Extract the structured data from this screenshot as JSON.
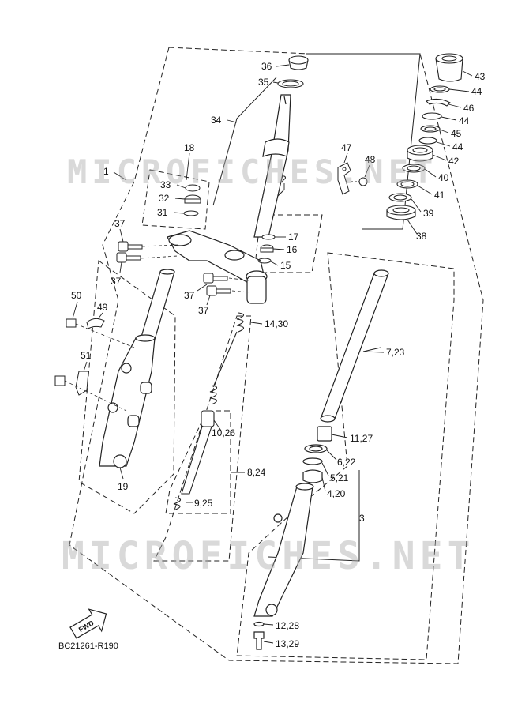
{
  "diagram": {
    "watermark": "MICROFICHES.NET",
    "diagram_code": "BC21261-R190",
    "fwd_label": "FWD",
    "callouts": {
      "c1": "1",
      "c2": "2",
      "c3": "3",
      "c18": "18",
      "c19": "19",
      "c31": "31",
      "c32": "32",
      "c33": "33",
      "c34": "34",
      "c35": "35",
      "c36": "36",
      "c37a": "37",
      "c37b": "37",
      "c37c": "37",
      "c37d": "37",
      "c38": "38",
      "c39": "39",
      "c40": "40",
      "c41": "41",
      "c42": "42",
      "c43": "43",
      "c44a": "44",
      "c44b": "44",
      "c44c": "44",
      "c45": "45",
      "c46": "46",
      "c47": "47",
      "c48": "48",
      "c49": "49",
      "c50": "50",
      "c51": "51",
      "c15": "15",
      "c16": "16",
      "c17": "17",
      "c14_30": "14,30",
      "c7_23": "7,23",
      "c11_27": "11,27",
      "c6_22": "6,22",
      "c5_21": "5,21",
      "c4_20": "4,20",
      "c10_26": "10,26",
      "c8_24": "8,24",
      "c9_25": "9,25",
      "c12_28": "12,28",
      "c13_29": "13,29"
    }
  }
}
